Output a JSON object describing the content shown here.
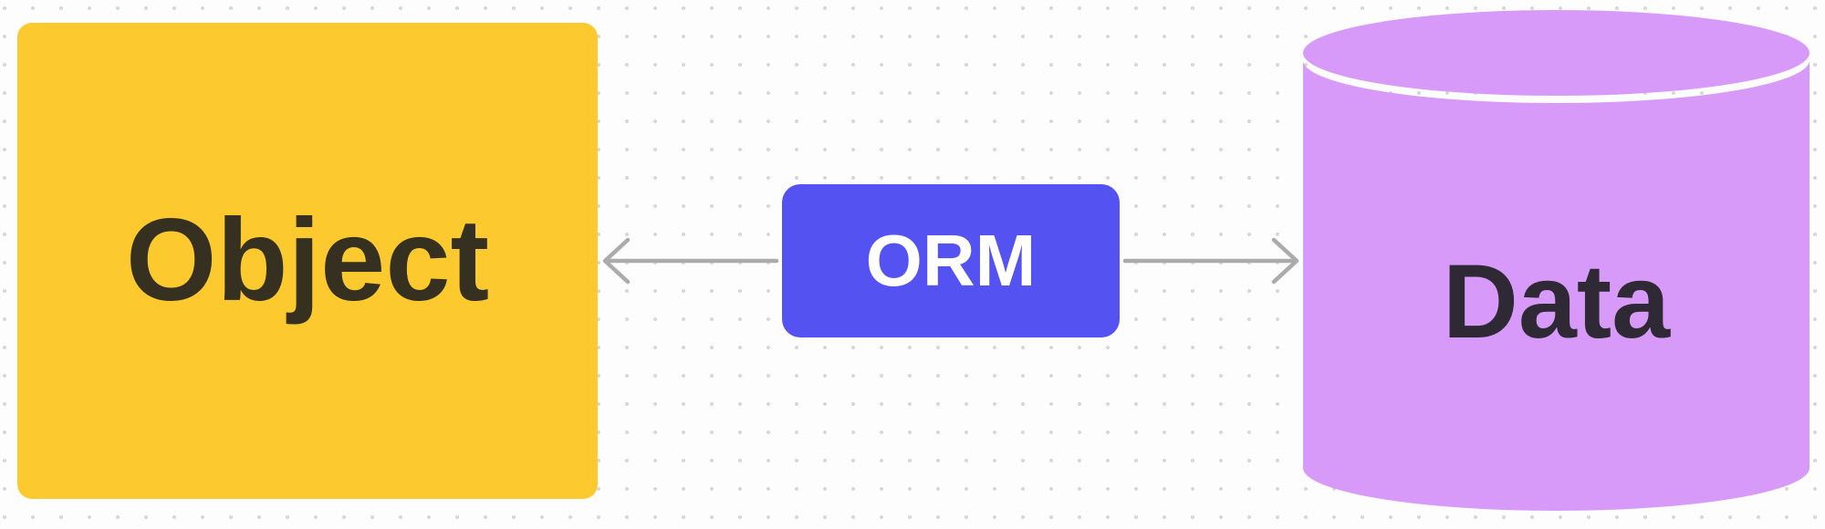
{
  "diagram": {
    "background": {
      "color": "#FDFDFE",
      "dot_color": "#D8D8DB"
    },
    "nodes": {
      "object": {
        "label": "Object",
        "shape": "rounded-rectangle",
        "fill": "#FCCA2F",
        "text_color": "#363020"
      },
      "orm": {
        "label": "ORM",
        "shape": "rounded-rectangle",
        "fill": "#5552F2",
        "text_color": "#FFFFFF"
      },
      "data": {
        "label": "Data",
        "shape": "database-cylinder",
        "fill": "#D79AF8",
        "text_color": "#2E2934"
      }
    },
    "connectors": [
      {
        "id": "orm-to-object",
        "from": "ORM",
        "to": "Object",
        "arrow": "left",
        "color": "#ABABAB"
      },
      {
        "id": "orm-to-data",
        "from": "ORM",
        "to": "Data",
        "arrow": "right",
        "color": "#ABABAB"
      }
    ]
  }
}
